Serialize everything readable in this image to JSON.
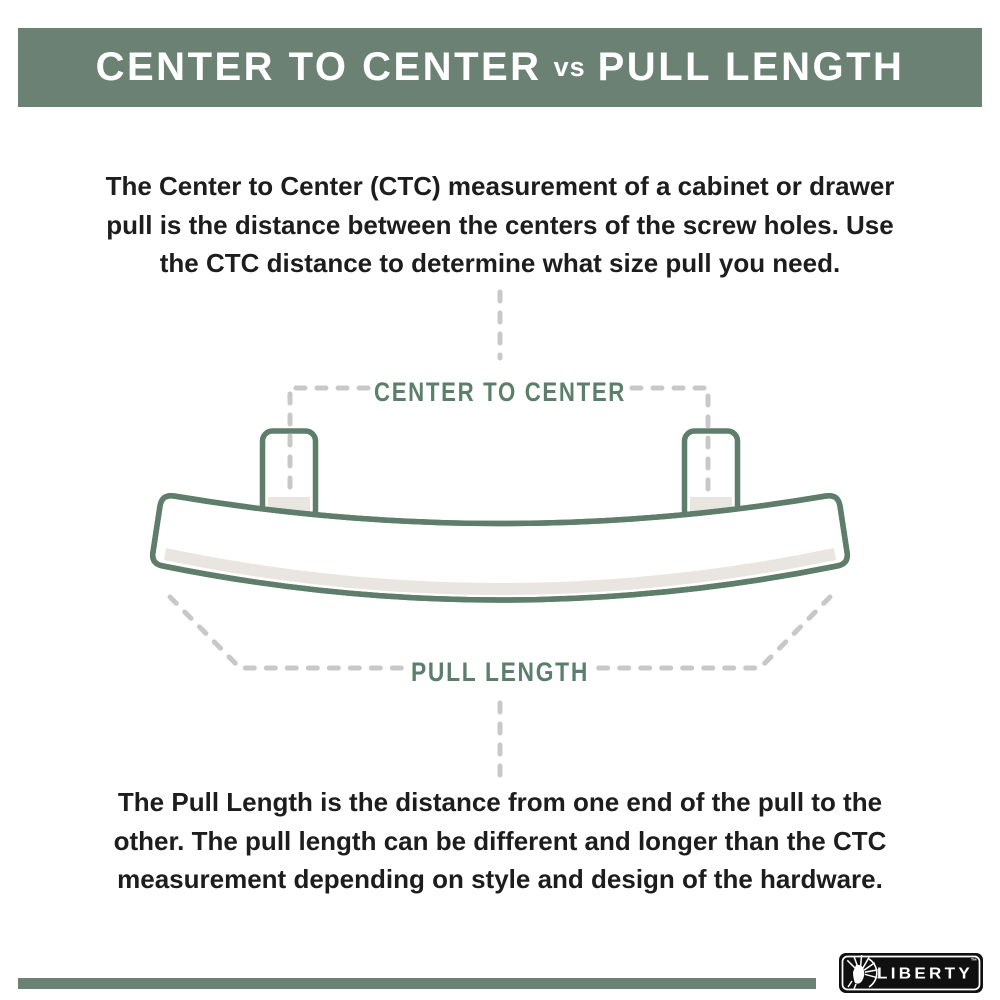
{
  "header": {
    "title_left": "CENTER TO CENTER",
    "vs": "vs",
    "title_right": "PULL LENGTH"
  },
  "intro": {
    "lines": [
      "The Center to Center (CTC) measurement of a cabinet or drawer",
      "pull is the distance between the centers of the screw holes. Use",
      "the CTC distance to determine what size pull you need."
    ]
  },
  "diagram": {
    "ctc_label": "CENTER TO CENTER",
    "pull_label": "PULL LENGTH"
  },
  "outro": {
    "lines": [
      "The Pull Length is the distance from one end of the pull to the",
      "other. The pull length can be different and longer than the CTC",
      "measurement depending on style and design of the hardware."
    ]
  },
  "footer": {
    "brand": "LIBERTY",
    "trademark": "™"
  },
  "colors": {
    "banner_green": "#6a8174",
    "outline_green": "#5f7d6b",
    "label_green": "#5c7f6c",
    "dash_gray": "#c8c8c8",
    "shade_gray": "#e9e6e2",
    "text_ink": "#1d1d1d"
  }
}
